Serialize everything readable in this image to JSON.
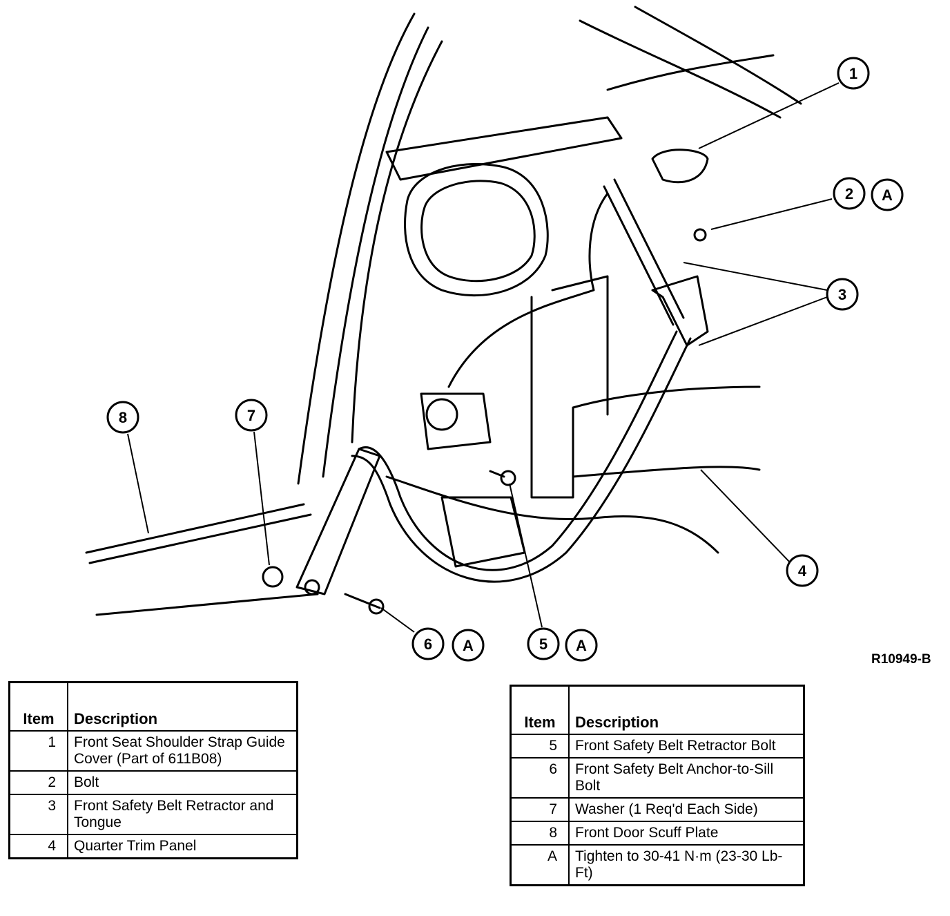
{
  "figure_id": "R10949-B",
  "callouts": [
    {
      "num": "1"
    },
    {
      "num": "2",
      "spec": "A"
    },
    {
      "num": "3"
    },
    {
      "num": "4"
    },
    {
      "num": "5",
      "spec": "A"
    },
    {
      "num": "6",
      "spec": "A"
    },
    {
      "num": "7"
    },
    {
      "num": "8"
    }
  ],
  "table1": {
    "header_item": "Item",
    "header_desc": "Description",
    "rows": [
      {
        "item": "1",
        "desc": "Front Seat Shoulder Strap Guide Cover (Part of 611B08)"
      },
      {
        "item": "2",
        "desc": "Bolt"
      },
      {
        "item": "3",
        "desc": "Front Safety Belt Retractor and Tongue"
      },
      {
        "item": "4",
        "desc": "Quarter Trim Panel"
      }
    ]
  },
  "table2": {
    "header_item": "Item",
    "header_desc": "Description",
    "rows": [
      {
        "item": "5",
        "desc": "Front Safety Belt Retractor Bolt"
      },
      {
        "item": "6",
        "desc": "Front Safety Belt Anchor-to-Sill Bolt"
      },
      {
        "item": "7",
        "desc": "Washer (1 Req'd Each Side)"
      },
      {
        "item": "8",
        "desc": "Front Door Scuff Plate"
      },
      {
        "item": "A",
        "desc": "Tighten to 30-41 N·m (23-30 Lb-Ft)"
      }
    ]
  }
}
